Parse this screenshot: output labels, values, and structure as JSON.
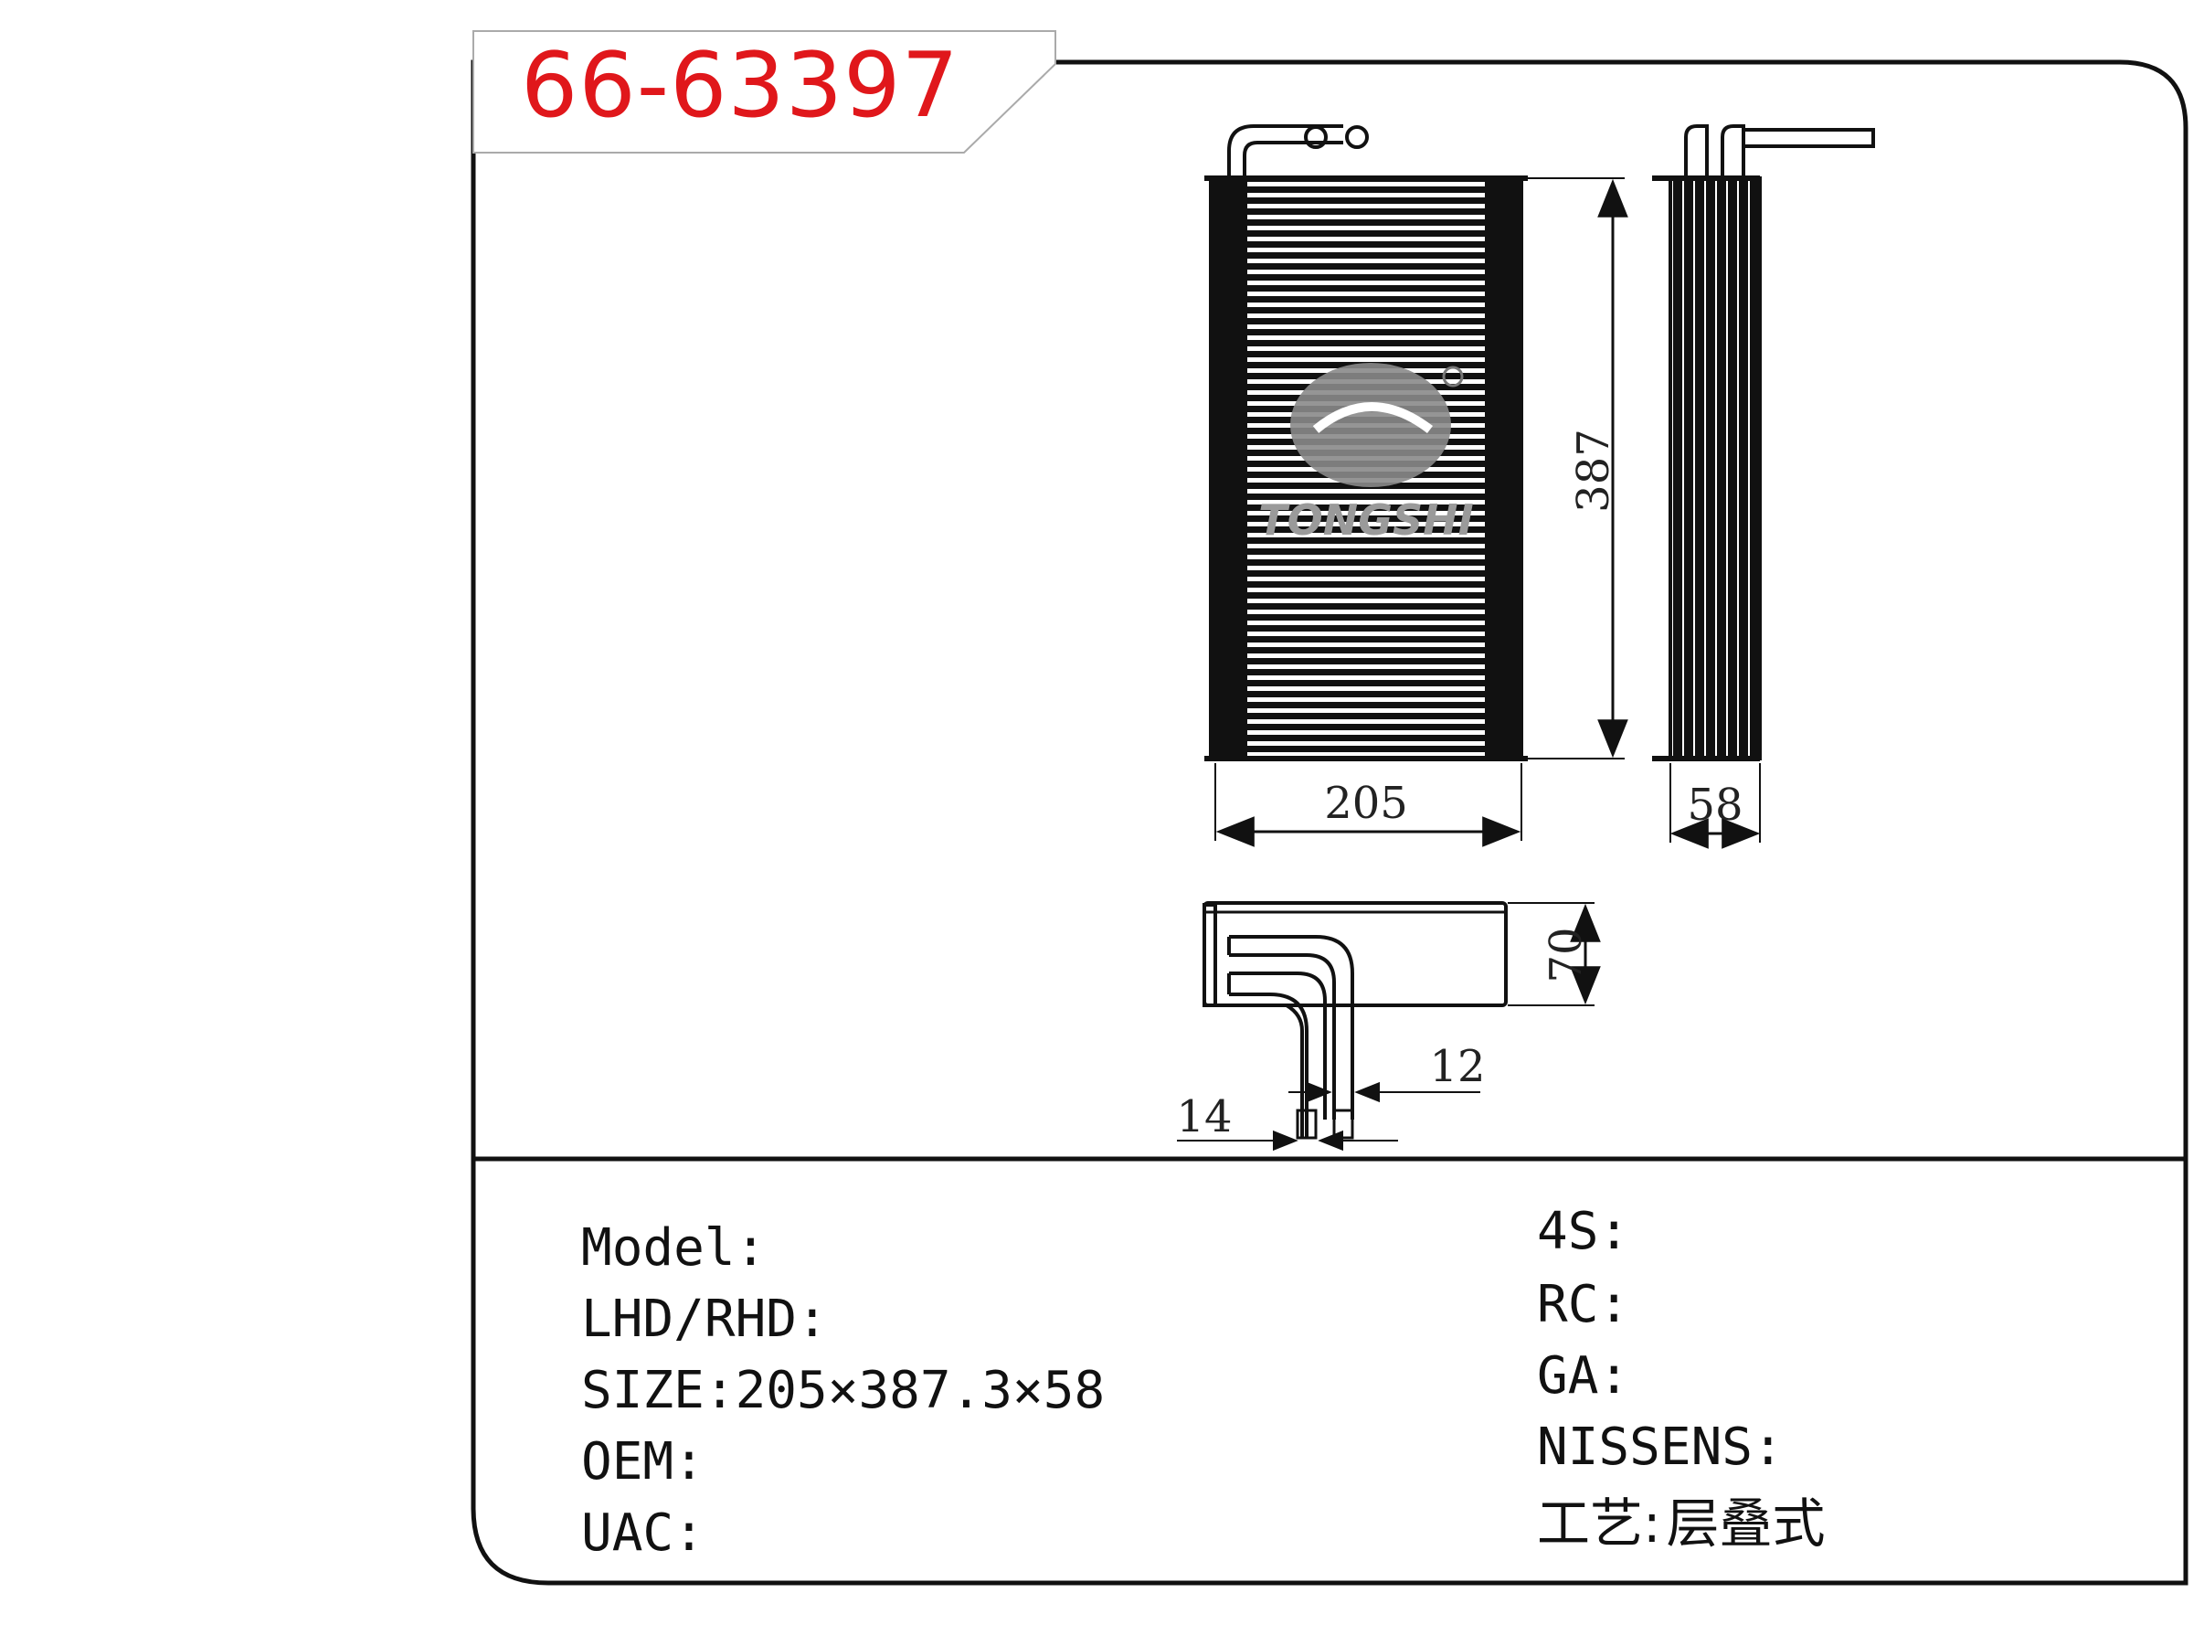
{
  "part_number": "66-63397",
  "brand_watermark": "TONGSHI",
  "dimensions": {
    "width": "205",
    "height": "387",
    "depth": "58",
    "tank": "70",
    "pipe_a": "12",
    "pipe_b": "14"
  },
  "specs_left": [
    {
      "label": "Model:",
      "value": ""
    },
    {
      "label": "LHD/RHD:",
      "value": ""
    },
    {
      "label": "SIZE:",
      "value": "205×387.3×58"
    },
    {
      "label": "OEM:",
      "value": ""
    },
    {
      "label": "UAC:",
      "value": ""
    }
  ],
  "specs_right": [
    {
      "label": "4S:",
      "value": ""
    },
    {
      "label": "RC:",
      "value": ""
    },
    {
      "label": "GA:",
      "value": ""
    },
    {
      "label": "NISSENS:",
      "value": ""
    },
    {
      "label": "工艺:",
      "value": "层叠式"
    }
  ]
}
